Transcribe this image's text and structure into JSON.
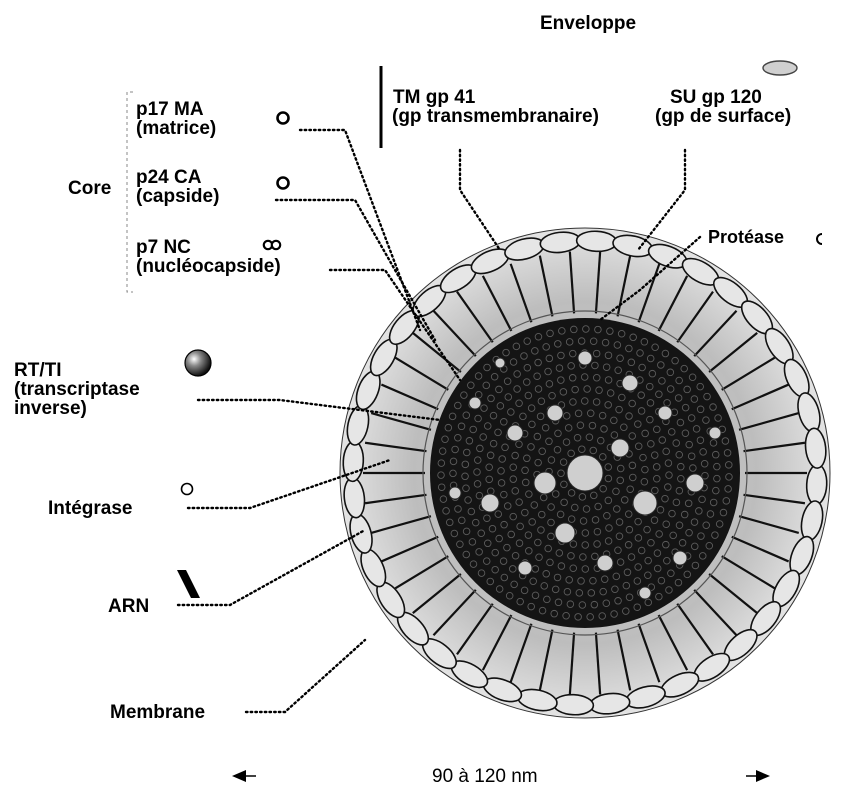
{
  "labels": {
    "envelope": "Enveloppe",
    "tm_line1": "TM gp 41",
    "tm_line2": "(gp transmembranaire)",
    "su_line1": "SU gp 120",
    "su_line2": "(gp de surface)",
    "p17_line1": "p17 MA",
    "p17_line2": "(matrice)",
    "core": "Core",
    "p24_line1": "p24 CA",
    "p24_line2": "(capside)",
    "p7_line1": "p7 NC",
    "p7_line2": "(nucléocapside)",
    "protease": "Protéase",
    "rt_line1": "RT/TI",
    "rt_line2": "(transcriptase",
    "rt_line3": "inverse)",
    "integrase": "Intégrase",
    "arn": "ARN",
    "membrane": "Membrane",
    "size": "90 à 120 nm"
  },
  "icons": {
    "ma_symbol": "small-ring",
    "ca_symbol": "small-ring",
    "nc_symbol": "double-ring",
    "protease_symbol": "c-shape",
    "rt_symbol": "shaded-sphere",
    "integrase_symbol": "small-ring",
    "arn_symbol": "rna-strand",
    "su_symbol": "oval-glycoprotein"
  },
  "colors": {
    "ink": "#000000",
    "lipid_fill": "#e6e6e6",
    "matrix_fill": "#c9c9c9",
    "core_fill": "#141414",
    "background": "#ffffff"
  }
}
